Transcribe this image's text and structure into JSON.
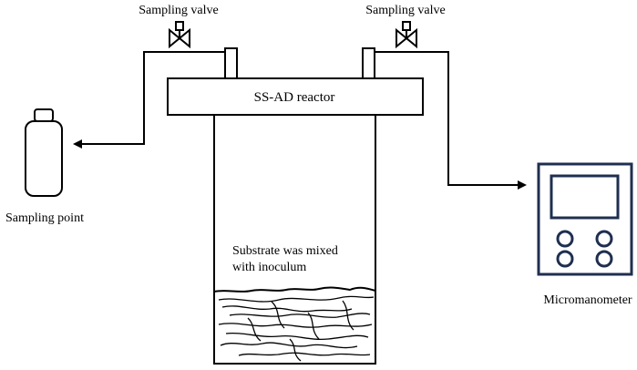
{
  "diagram": {
    "labels": {
      "valve_left": "Sampling valve",
      "valve_right": "Sampling valve",
      "reactor": "SS-AD reactor",
      "substrate_line1": "Substrate was mixed",
      "substrate_line2": "with inoculum",
      "sampling_point": "Sampling point",
      "micromanometer": "Micromanometer"
    },
    "colors": {
      "line": "#000000",
      "micromanometer": "#1f2f4f",
      "background": "#ffffff"
    }
  }
}
